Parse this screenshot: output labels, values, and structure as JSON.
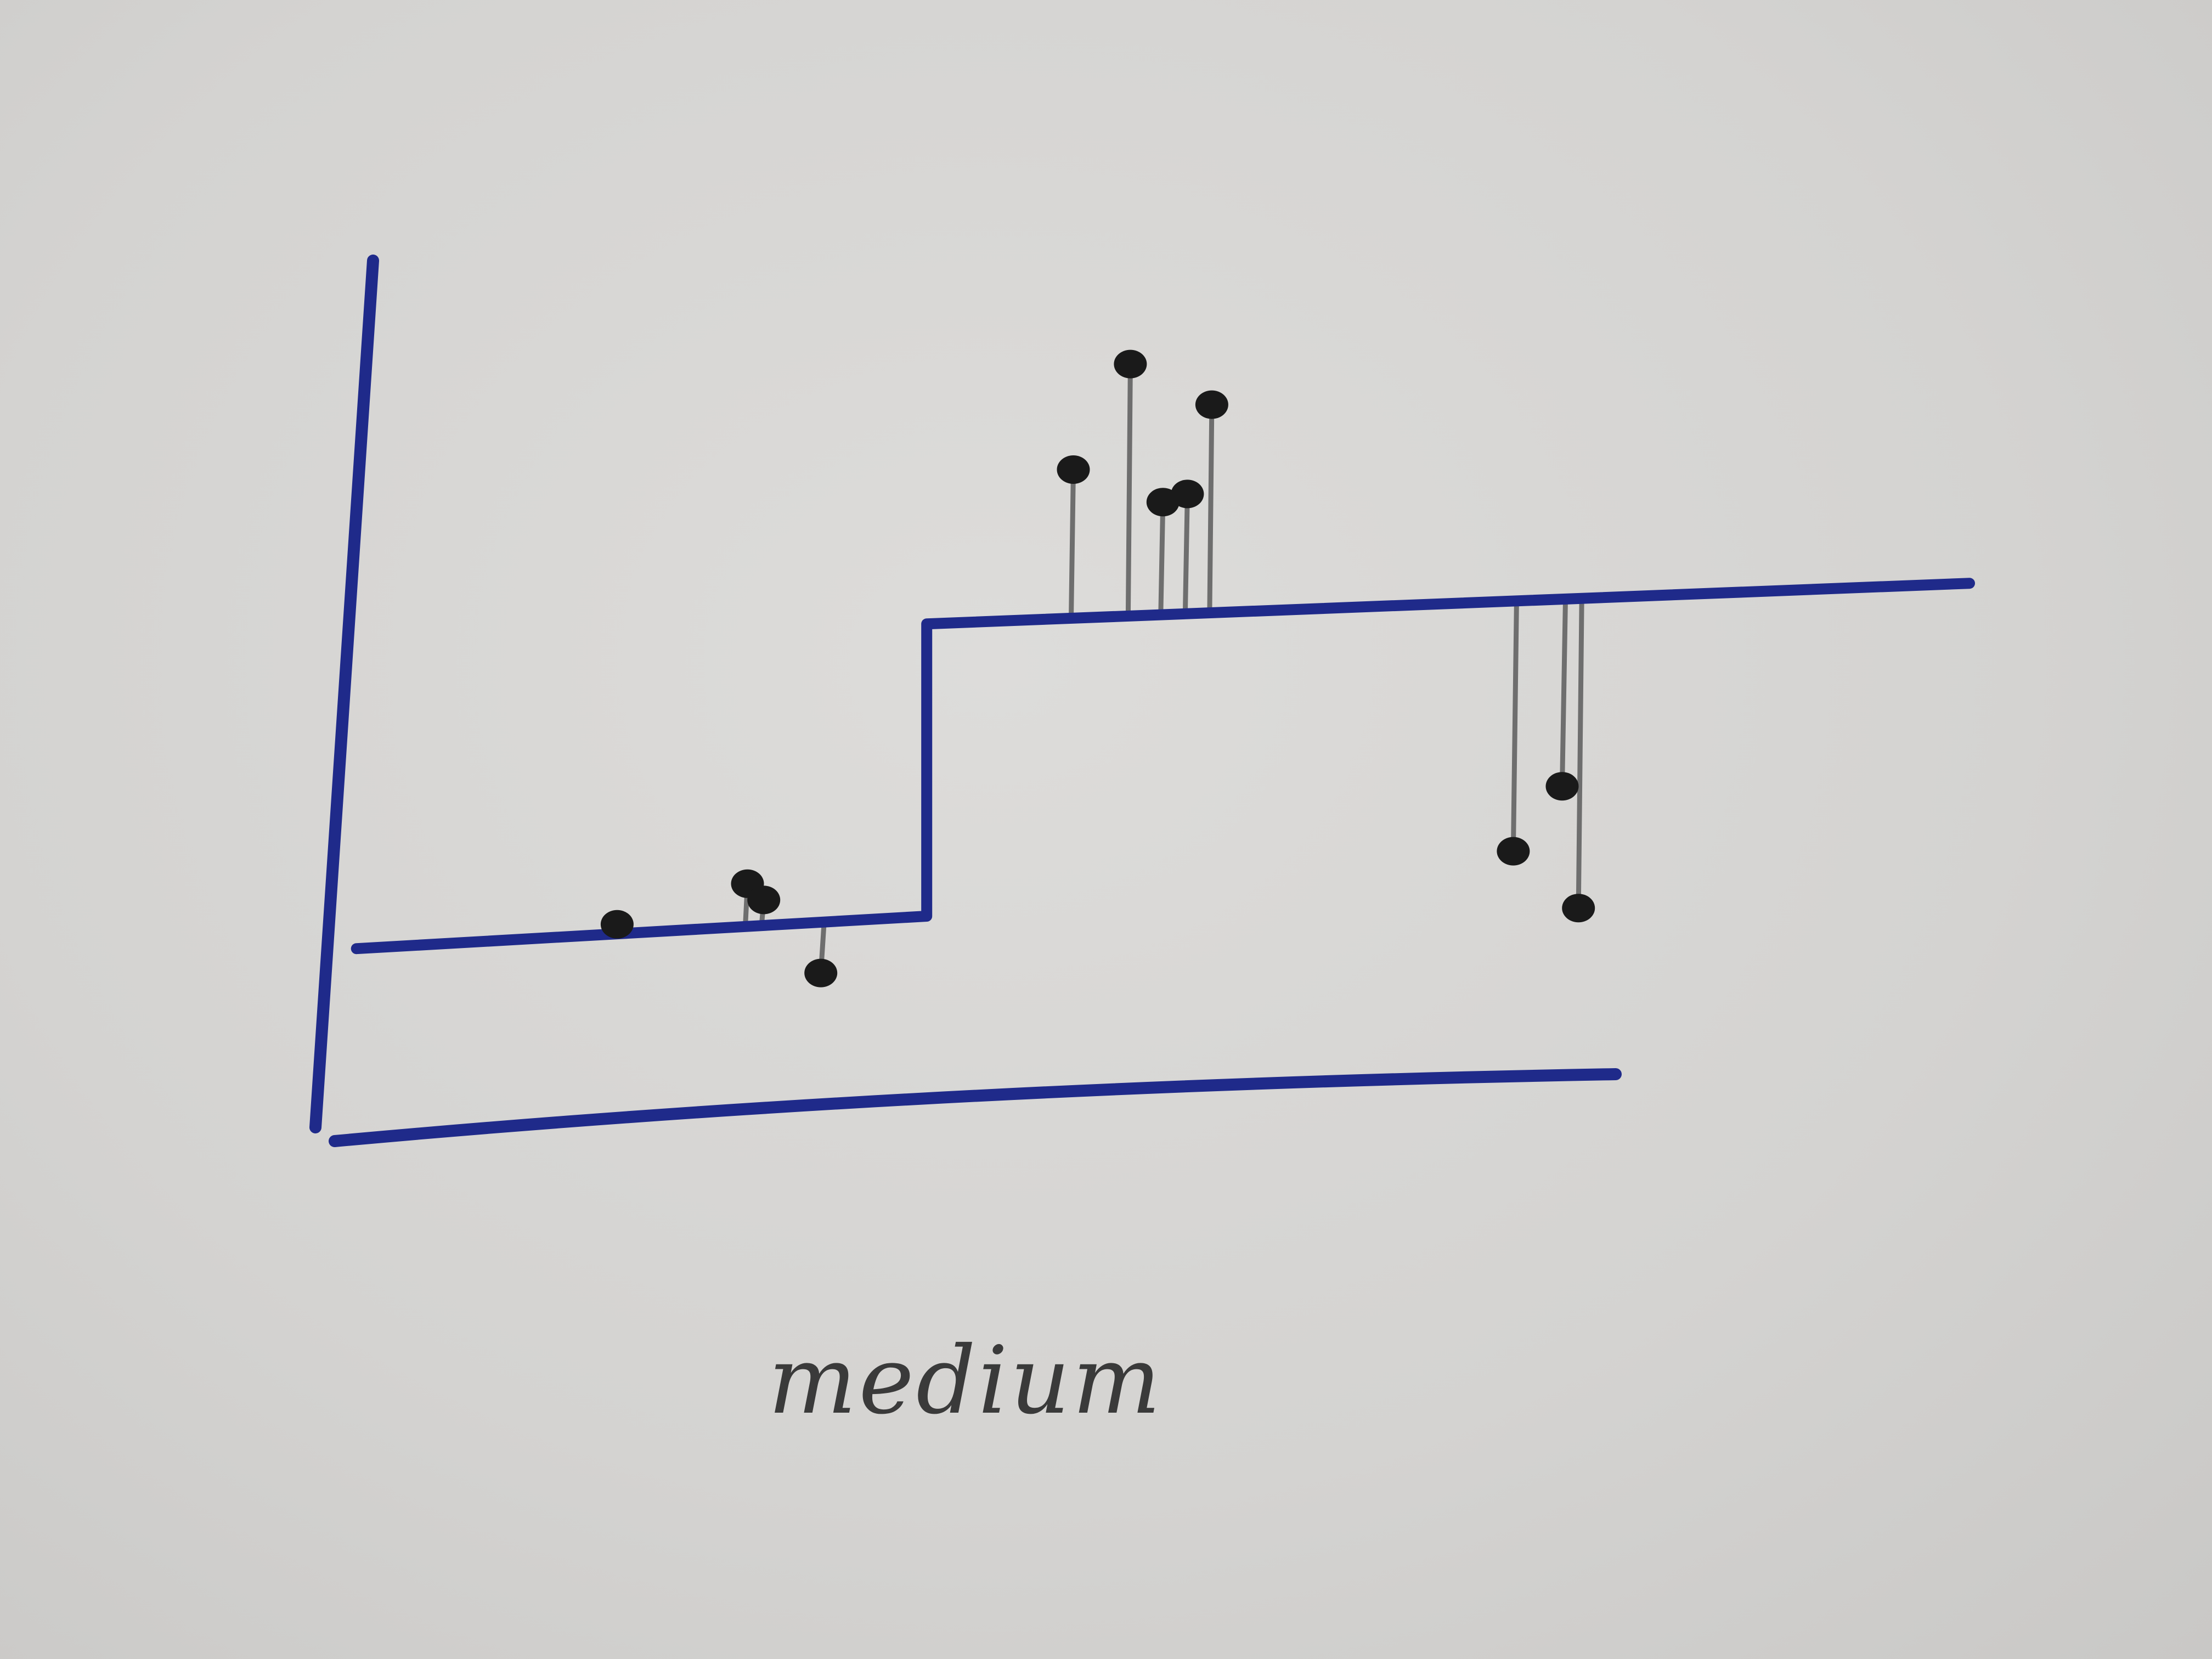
{
  "chart_data": {
    "type": "scatter",
    "title": "",
    "xlabel": "medium",
    "ylabel": "",
    "xlim": [
      0,
      100
    ],
    "ylim": [
      0,
      100
    ],
    "grid": false,
    "legend": "none",
    "series": [
      {
        "kind": "step-line",
        "x": [
          1,
          36,
          36,
          100
        ],
        "y": [
          21,
          25,
          61,
          66
        ],
        "color": "#1f2a8a"
      },
      {
        "kind": "points-with-residuals",
        "x": [
          17,
          25,
          26,
          29.5,
          45,
          48.5,
          50.5,
          52,
          53.5,
          72,
          75,
          76
        ],
        "y": [
          24,
          29,
          27,
          18,
          80,
          93,
          76,
          77,
          88,
          33,
          41,
          26
        ],
        "color": "#1a1a1a",
        "residual_color": "#6e6e6e"
      }
    ]
  },
  "colors": {
    "ink_blue": "#1f2a8a",
    "ink_black": "#1a1a1a",
    "pencil_gray": "#6e6e6e",
    "paper": "#d6d5d3"
  }
}
